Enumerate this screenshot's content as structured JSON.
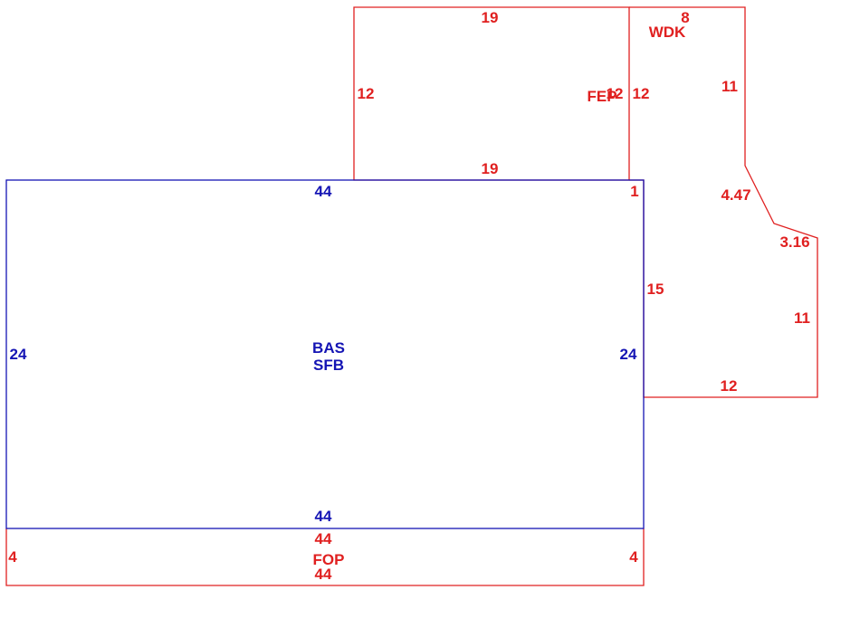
{
  "colors": {
    "main_area": "#1414b4",
    "addition": "#e02020"
  },
  "areas": {
    "bas": {
      "label_top": "BAS",
      "label_bottom": "SFB",
      "dims": {
        "top": "44",
        "bottom": "44",
        "left": "24",
        "right": "24"
      }
    },
    "fep": {
      "label": "FEP",
      "dims": {
        "top": "19",
        "bottom": "19",
        "left": "12",
        "right": "12"
      }
    },
    "wdk": {
      "label": "WDK",
      "dims": {
        "top": "8",
        "right_upper": "11",
        "diagonal_1": "4.47",
        "diagonal_2": "3.16",
        "right_lower": "11",
        "bottom": "12",
        "left_lower": "15",
        "left_upper": "12",
        "notch": "1"
      }
    },
    "fop": {
      "label": "FOP",
      "dims": {
        "top": "44",
        "bottom": "44",
        "left": "4",
        "right": "4"
      }
    }
  }
}
